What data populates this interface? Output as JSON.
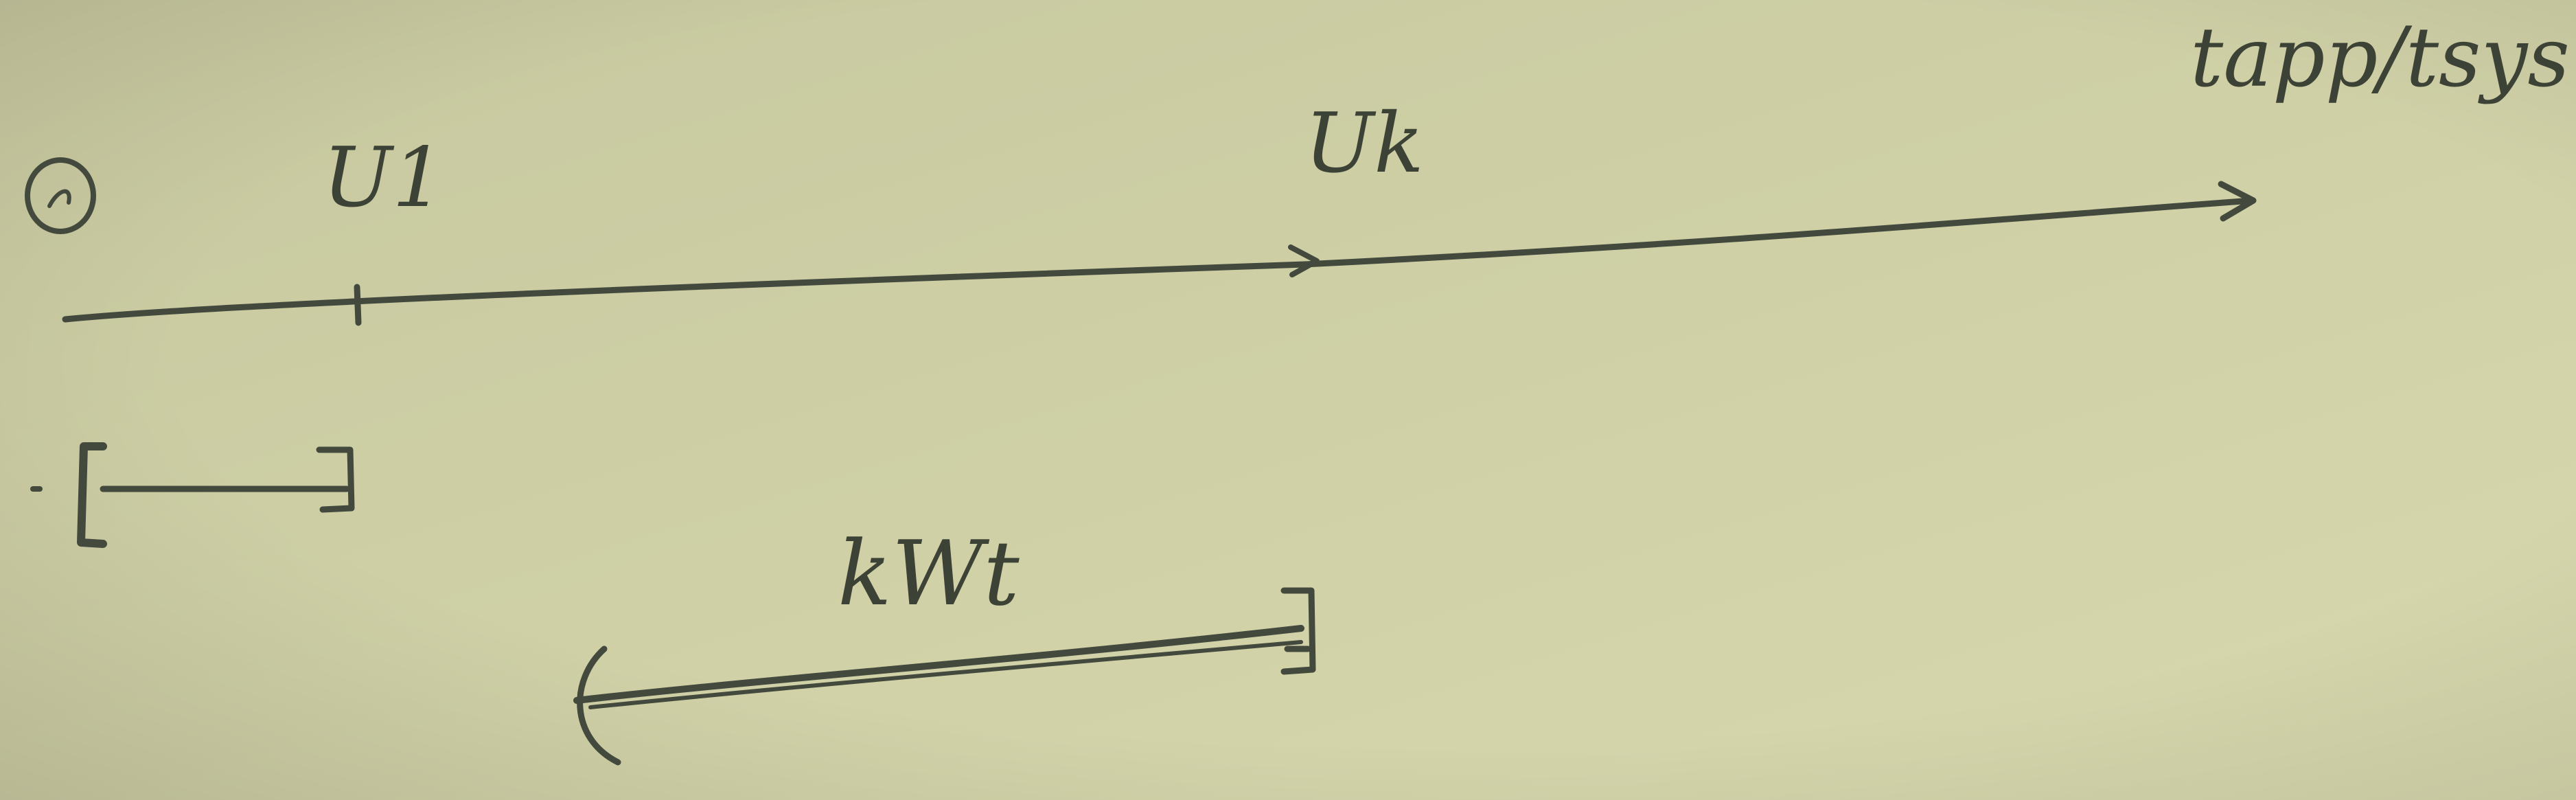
{
  "sketch": {
    "axis_label": "tapp/tsys",
    "origin_label": "0",
    "tick_label_1": "U1",
    "tick_label_k": "Uk",
    "interval_label": "kWt",
    "colors": {
      "paper_left": "#c9caa0",
      "paper_right": "#d6d6ac",
      "ink": "#434a3d"
    }
  }
}
